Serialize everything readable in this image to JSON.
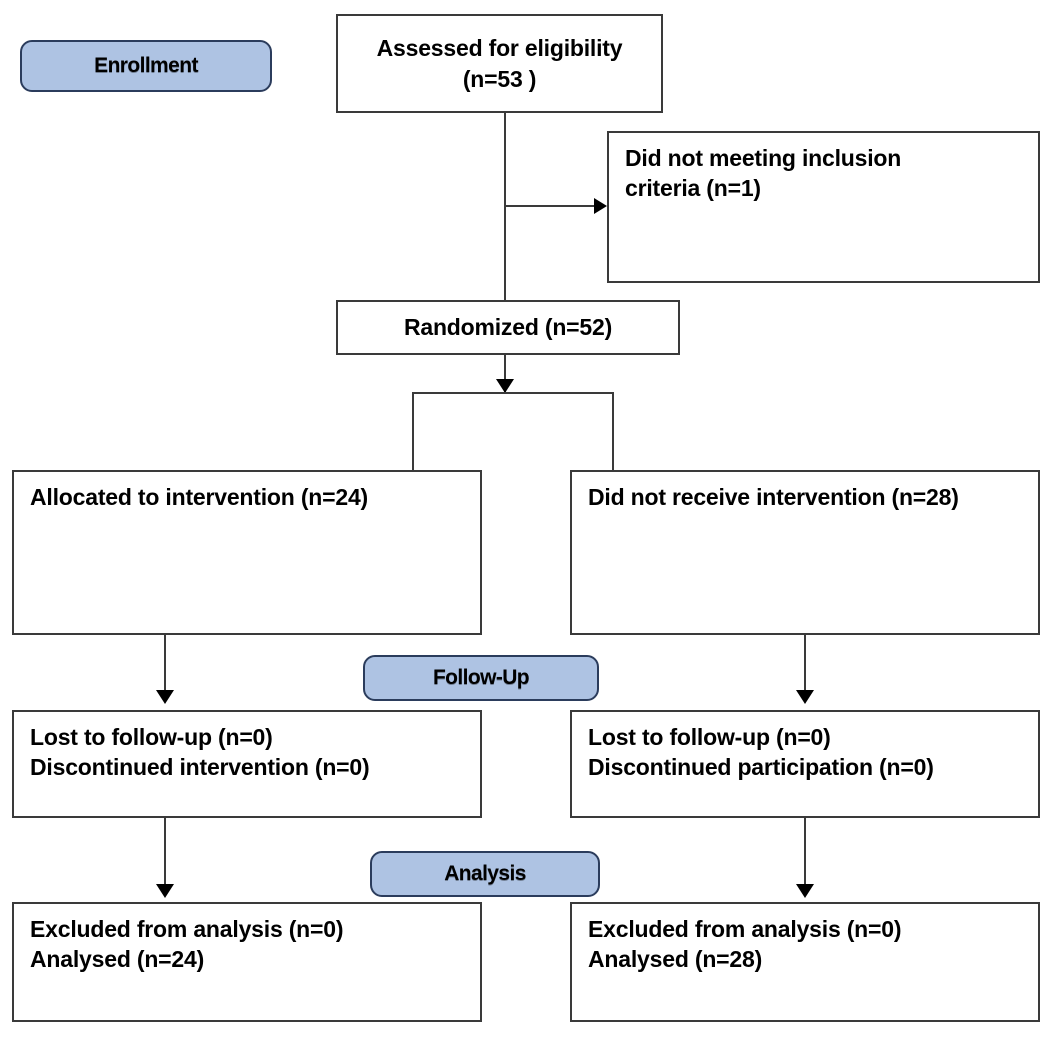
{
  "diagram": {
    "type": "consort-flow-diagram",
    "title": "CONSORT Participant Flow Diagram"
  },
  "stages": [
    {
      "id": "enrollment",
      "label": "Enrollment"
    },
    {
      "id": "follow_up",
      "label": "Follow-Up"
    },
    {
      "id": "analysis",
      "label": "Analysis"
    }
  ],
  "nodes": {
    "assessed": {
      "label": "Assessed for eligibility\n(n=53 )",
      "n": 53
    },
    "excluded_inclusion": {
      "label": "Did not meeting inclusion\ncriteria (n=1)",
      "n": 1
    },
    "randomized": {
      "label": "Randomized (n=52)",
      "n": 52
    },
    "allocated_left": {
      "label": "Allocated to intervention (n=24)",
      "n": 24
    },
    "allocated_right": {
      "label": "Did not receive intervention (n=28)",
      "n": 28
    },
    "followup_left": {
      "label": "Lost to follow-up (n=0)\nDiscontinued intervention (n=0)",
      "lost_n": 0,
      "discontinued_n": 0
    },
    "followup_right": {
      "label": "Lost to follow-up (n=0)\nDiscontinued participation (n=0)",
      "lost_n": 0,
      "discontinued_n": 0
    },
    "analysis_left": {
      "label": "Excluded from analysis (n=0)\n Analysed (n=24)",
      "excluded_n": 0,
      "analysed_n": 24
    },
    "analysis_right": {
      "label": "Excluded from analysis (n=0)\n Analysed  (n=28)",
      "excluded_n": 0,
      "analysed_n": 28
    }
  },
  "colors": {
    "badge_fill": "#aec3e3",
    "badge_border": "#2b3c5c",
    "box_border": "#3a3a3a",
    "connector": "#3a3a3a",
    "text": "#000000",
    "background": "#ffffff"
  }
}
